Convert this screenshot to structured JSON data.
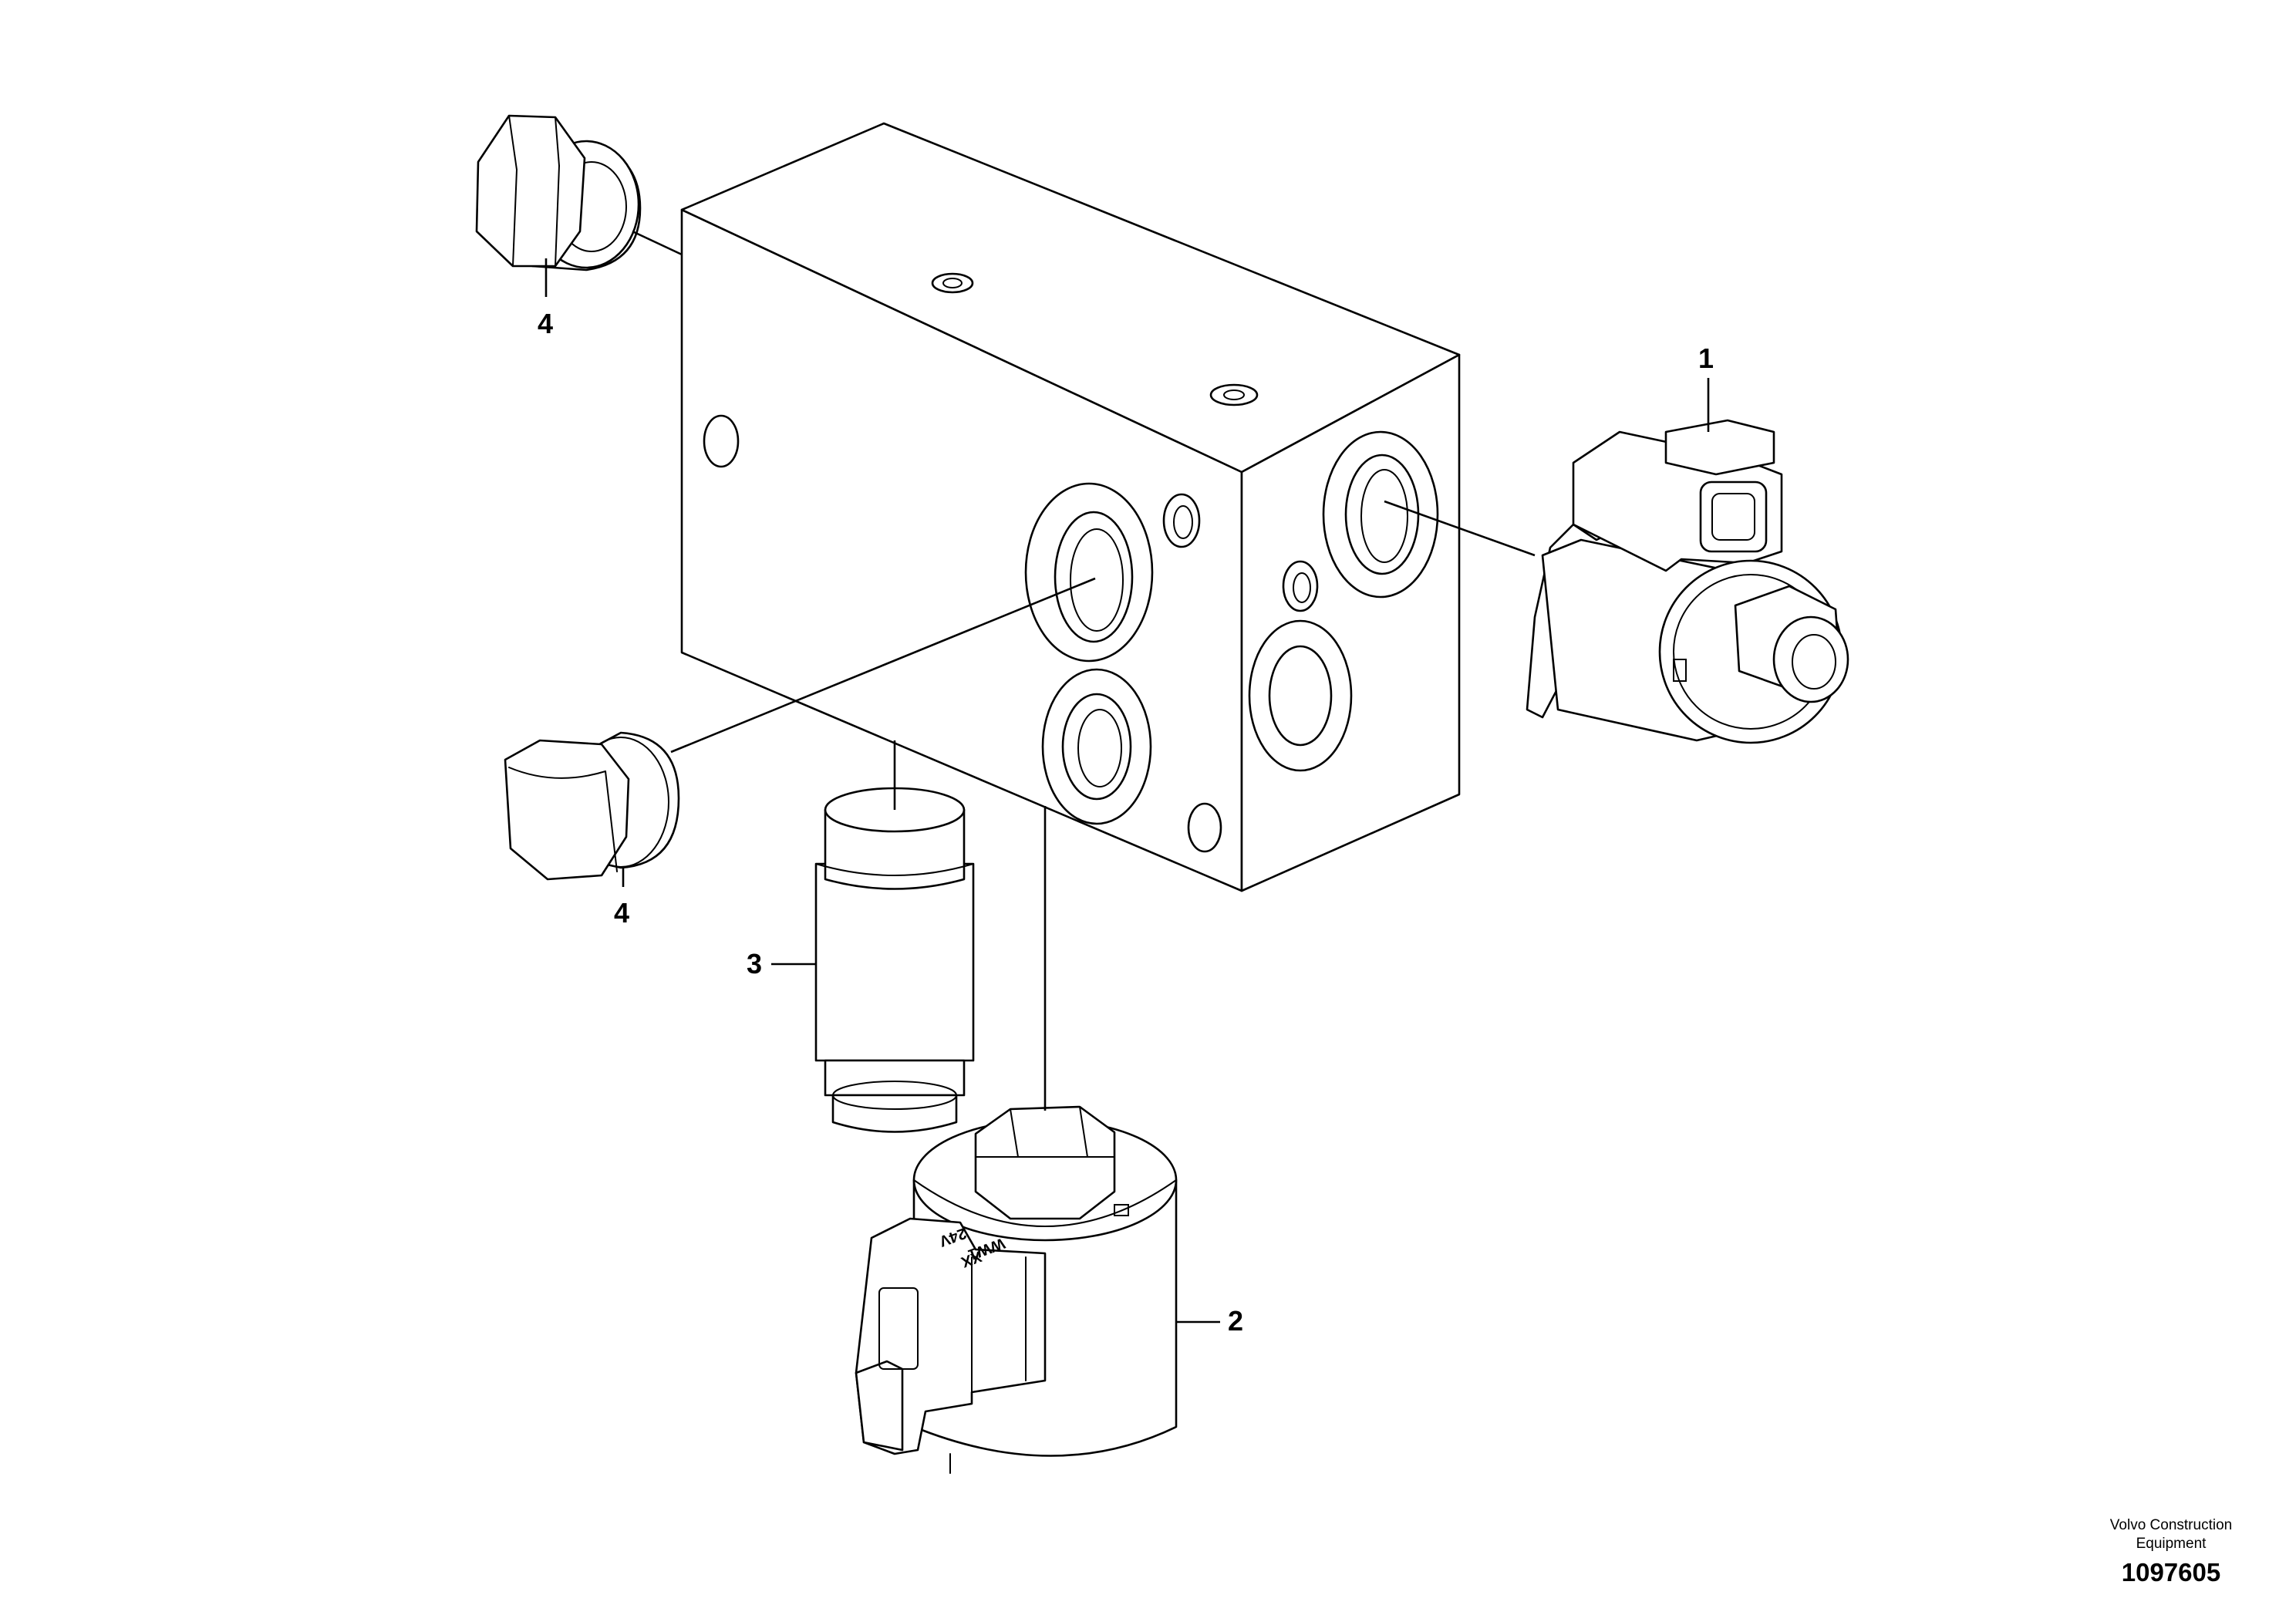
{
  "callouts": {
    "part_1": "1",
    "part_2": "2",
    "part_3": "3",
    "part_4_top": "4",
    "part_4_bottom": "4"
  },
  "coil_marking": {
    "line_1": "24V",
    "line_2": "WW1",
    "line_3": "XX"
  },
  "credit": {
    "line_1": "Volvo Construction",
    "line_2": "Equipment",
    "number": "1097605"
  }
}
